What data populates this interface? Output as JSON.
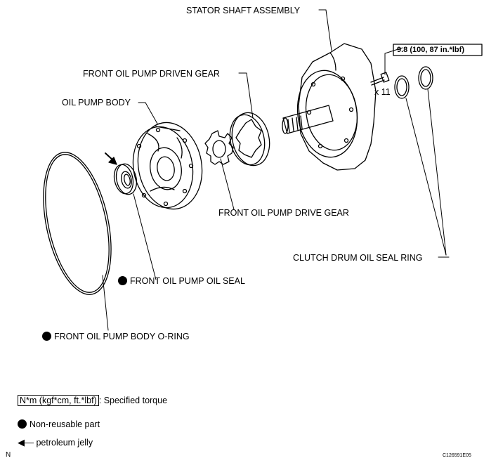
{
  "labels": {
    "stator_shaft": "STATOR SHAFT ASSEMBLY",
    "driven_gear": "FRONT OIL PUMP DRIVEN GEAR",
    "oil_pump_body": "OIL PUMP BODY",
    "drive_gear": "FRONT OIL PUMP DRIVE GEAR",
    "seal_ring": "CLUTCH DRUM OIL SEAL RING",
    "oil_seal": "FRONT OIL PUMP OIL SEAL",
    "o_ring": "FRONT OIL PUMP BODY O-RING",
    "torque": "9.8 (100, 87 in.*lbf)",
    "bolt_count": "x 11"
  },
  "legend": {
    "torque_box": "N*m (kgf*cm, ft.*lbf)",
    "torque_text": ": Specified torque",
    "nonreusable": "Non-reusable part",
    "jelly": "petroleum jelly"
  },
  "corner": {
    "left": "N",
    "code": "C126591E05"
  }
}
